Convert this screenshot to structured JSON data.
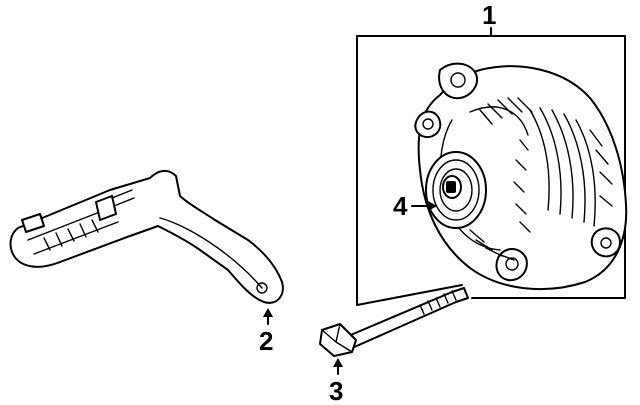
{
  "callouts": [
    {
      "id": "1",
      "label": "1"
    },
    {
      "id": "2",
      "label": "2"
    },
    {
      "id": "3",
      "label": "3"
    },
    {
      "id": "4",
      "label": "4"
    }
  ],
  "parts": [
    "alternator",
    "adjusting-bracket",
    "mounting-bolt",
    "pulley"
  ]
}
